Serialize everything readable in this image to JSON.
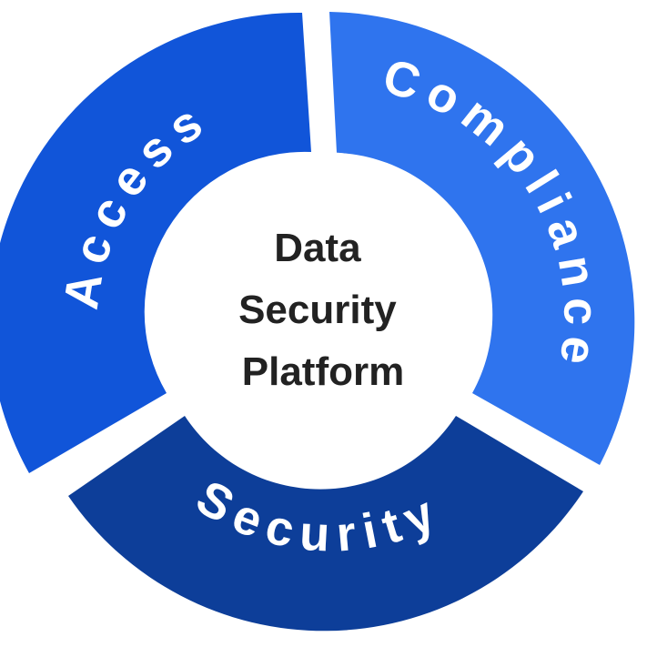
{
  "center": {
    "line1": "Data",
    "line2": "Security",
    "line3": "Platform"
  },
  "segments": [
    {
      "label": "Access",
      "color": "#1155d9"
    },
    {
      "label": "Compliance",
      "color": "#2f74ee"
    },
    {
      "label": "Security",
      "color": "#0d3e99"
    }
  ],
  "colors": {
    "background": "#ffffff",
    "center_fill": "#ffffff",
    "center_text": "#222222",
    "label_text": "#ffffff"
  }
}
